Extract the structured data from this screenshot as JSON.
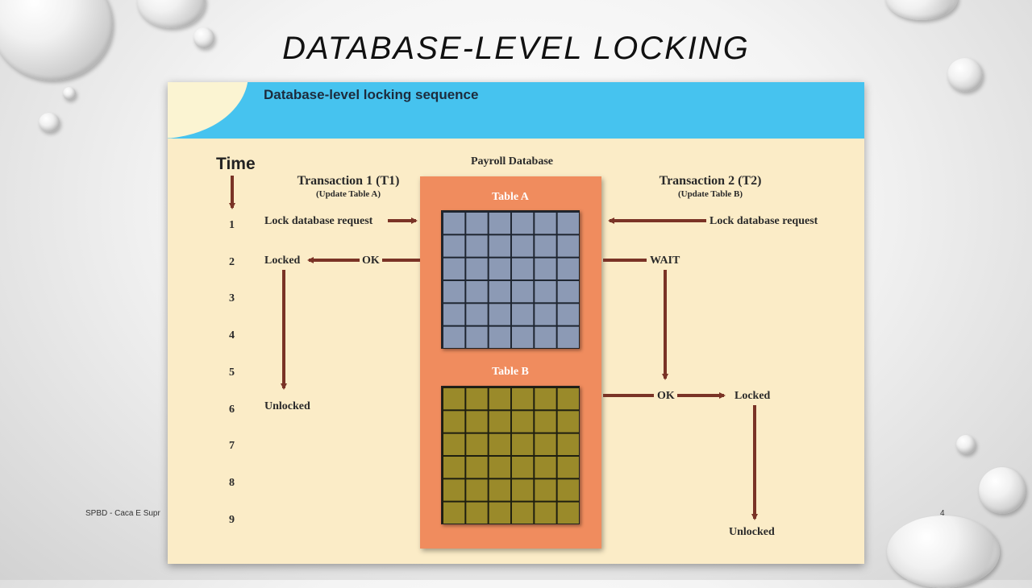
{
  "slide": {
    "title": "DATABASE-LEVEL LOCKING",
    "footer_left": "SPBD - Caca E Supr",
    "page_number": "4"
  },
  "figure": {
    "title": "Database-level locking sequence",
    "time_label": "Time",
    "time_steps": [
      "1",
      "2",
      "3",
      "4",
      "5",
      "6",
      "7",
      "8",
      "9"
    ],
    "database_label": "Payroll Database",
    "table_a_label": "Table A",
    "table_b_label": "Table B",
    "t1": {
      "name": "Transaction 1 (T1)",
      "sub": "(Update Table A)",
      "request": "Lock database request",
      "ok": "OK",
      "locked": "Locked",
      "unlocked": "Unlocked"
    },
    "t2": {
      "name": "Transaction 2 (T2)",
      "sub": "(Update Table B)",
      "request": "Lock database request",
      "wait": "WAIT",
      "ok": "OK",
      "locked": "Locked",
      "unlocked": "Unlocked"
    },
    "colors": {
      "header": "#46c3ef",
      "background": "#fbecc7",
      "database": "#f08c5e",
      "table_a": "#8c9ab5",
      "table_b": "#9a8a2a",
      "arrow": "#7a3326"
    }
  }
}
